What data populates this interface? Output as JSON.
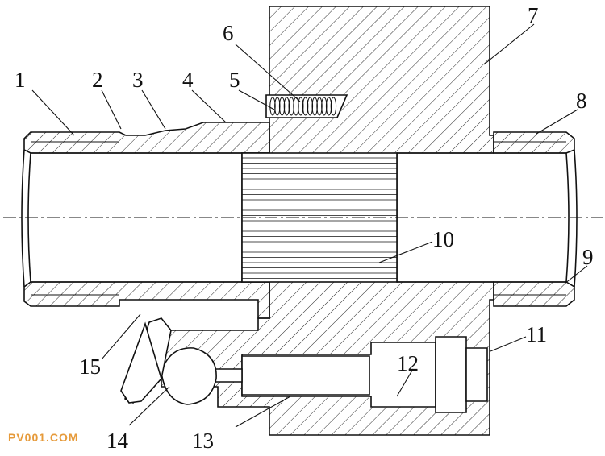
{
  "labels": [
    {
      "id": "1",
      "text": "1"
    },
    {
      "id": "2",
      "text": "2"
    },
    {
      "id": "3",
      "text": "3"
    },
    {
      "id": "4",
      "text": "4"
    },
    {
      "id": "5",
      "text": "5"
    },
    {
      "id": "6",
      "text": "6"
    },
    {
      "id": "7",
      "text": "7"
    },
    {
      "id": "8",
      "text": "8"
    },
    {
      "id": "9",
      "text": "9"
    },
    {
      "id": "10",
      "text": "10"
    },
    {
      "id": "11",
      "text": "11"
    },
    {
      "id": "12",
      "text": "12"
    },
    {
      "id": "13",
      "text": "13"
    },
    {
      "id": "14",
      "text": "14"
    },
    {
      "id": "15",
      "text": "15"
    }
  ],
  "watermark": "PV001.COM",
  "colors": {
    "line": "#111111",
    "background": "#ffffff",
    "watermark": "#e69a3a"
  }
}
